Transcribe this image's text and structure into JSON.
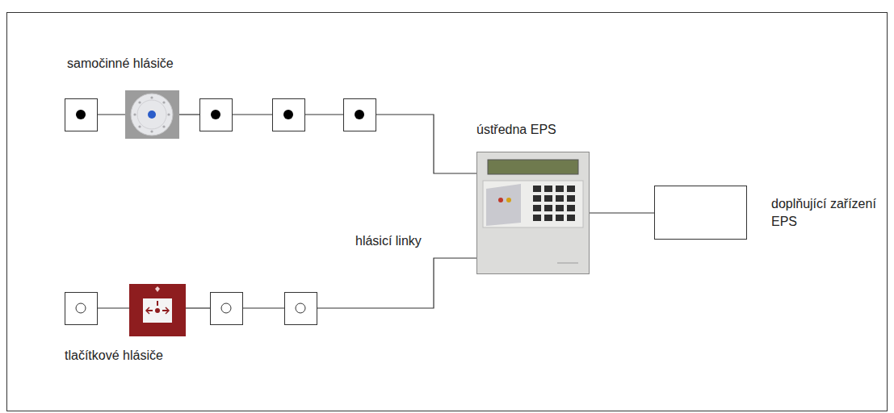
{
  "diagram": {
    "nodes": [
      {
        "text": [
          "ústředna EPS"
        ]
      },
      {
        "text": [
          "doplňující zařízení EPS"
        ]
      }
    ],
    "edges": [
      {
        "from": 0,
        "to": 1,
        "arrow": "none"
      }
    ],
    "labels": [
      "samočinné hlásiče",
      "hlásicí linky",
      "tlačítkové hlásiče"
    ]
  }
}
